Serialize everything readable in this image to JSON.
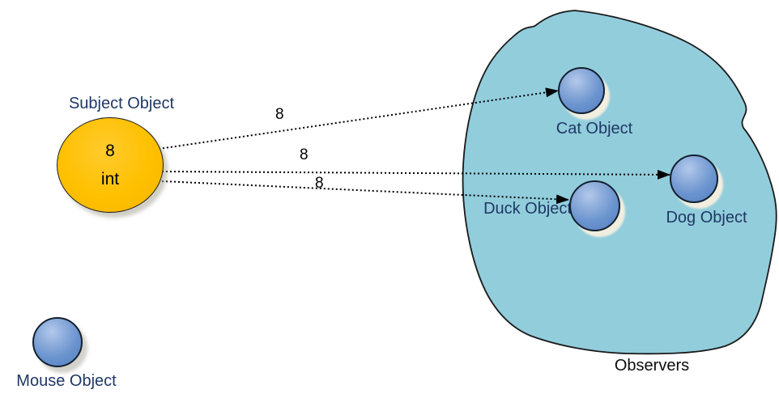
{
  "diagram": {
    "subject": {
      "label": "Subject Object",
      "value": "8",
      "type": "int"
    },
    "observers_region": {
      "caption": "Observers"
    },
    "observers": [
      {
        "label": "Cat Object"
      },
      {
        "label": "Dog Object"
      },
      {
        "label": "Duck Object"
      }
    ],
    "outside_object": {
      "label": "Mouse Object"
    },
    "arrows": [
      {
        "label": "8",
        "from": "subject",
        "to": "cat"
      },
      {
        "label": "8",
        "from": "subject",
        "to": "dog"
      },
      {
        "label": "8",
        "from": "subject",
        "to": "duck"
      }
    ],
    "colors": {
      "subject_fill": "#FFC000",
      "observer_region_fill": "#92CDDC",
      "object_fill": "#6B94CF",
      "object_border": "#14202E",
      "label_color": "#1F3864",
      "arrow_color": "#000000"
    }
  }
}
